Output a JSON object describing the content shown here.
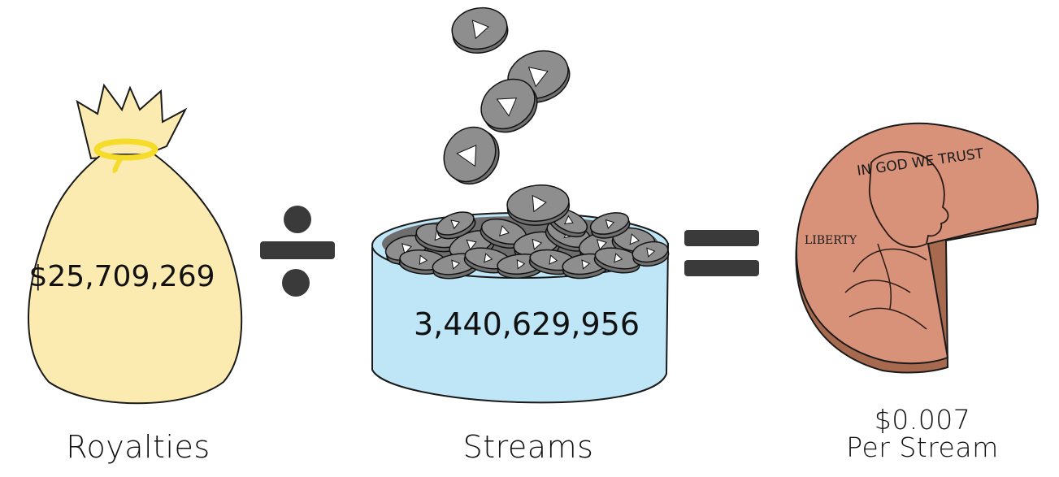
{
  "bag": {
    "amount": "$25,709,269"
  },
  "can": {
    "amount": "3,440,629,956"
  },
  "penny": {
    "motto": "IN GOD WE TRUST",
    "liberty": "LIBERTY"
  },
  "captions": {
    "royalties": "Royalties",
    "streams": "Streams",
    "price": "$0.007",
    "per_stream": "Per Stream"
  },
  "operators": {
    "divide": "divide-icon",
    "equals": "equals-icon"
  },
  "colors": {
    "bag": "#FCEBB0",
    "bag_tie": "#F5DC2A",
    "can": "#BEE6F6",
    "coin": "#8E8E8E",
    "penny": "#D8927A",
    "operator": "#3A3A3A"
  }
}
